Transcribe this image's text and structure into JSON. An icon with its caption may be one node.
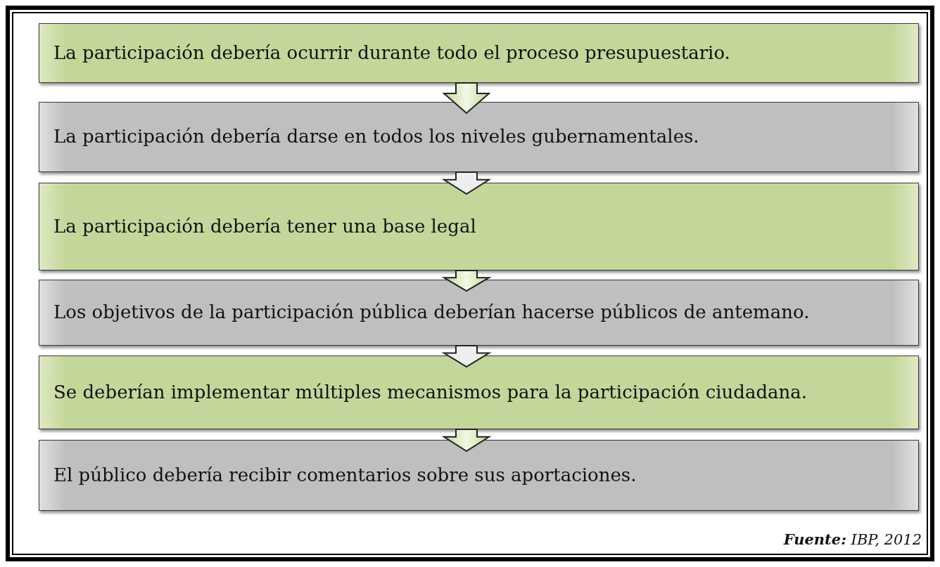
{
  "diagram": {
    "caption": "**Fuente:** IBP, 2012",
    "nodes": [
      {
        "text": [
          "La participación debería ocurrir durante todo el proceso presupuestario."
        ]
      },
      {
        "text": [
          "La participación debería darse en todos los niveles gubernamentales."
        ]
      },
      {
        "text": [
          "La participación debería tener una base legal"
        ]
      },
      {
        "text": [
          "Los objetivos de la participación pública deberían hacerse públicos de antemano."
        ]
      },
      {
        "text": [
          "Se deberían implementar múltiples mecanismos para la participación ciudadana."
        ]
      },
      {
        "text": [
          "El público debería recibir comentarios sobre sus aportaciones."
        ]
      }
    ],
    "edges": [
      {
        "from": 0,
        "to": 1,
        "arrow": "to"
      },
      {
        "from": 1,
        "to": 2,
        "arrow": "to",
        "color": "#eeeeee"
      },
      {
        "from": 2,
        "to": 3,
        "arrow": "to"
      },
      {
        "from": 3,
        "to": 4,
        "arrow": "to",
        "color": "#eeeeee"
      },
      {
        "from": 4,
        "to": 5,
        "arrow": "to"
      }
    ]
  }
}
